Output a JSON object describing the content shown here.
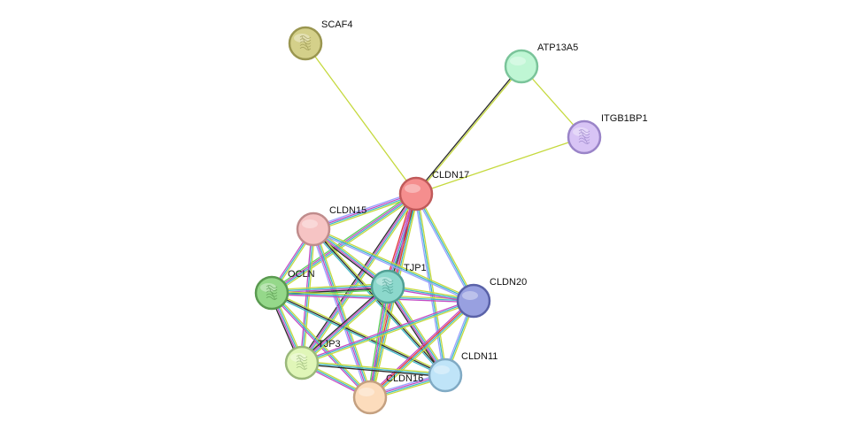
{
  "network": {
    "channel_colors": {
      "textmining": "#c5d93d",
      "coexpression": "#2b2b2b",
      "database": "#3fb8c8",
      "experiments": "#c44bc4",
      "neighborhood": "#5ad15a",
      "fusion": "#e03a3a",
      "cooccurrence": "#4a5ae0",
      "homology": "#9aa0ff"
    },
    "nodes": [
      {
        "id": "SCAF4",
        "label": "SCAF4",
        "fill": "#d4d08a",
        "stroke": "#9a9650",
        "glyph": "protein-structure-icon"
      },
      {
        "id": "ATP13A5",
        "label": "ATP13A5",
        "fill": "#bff6d4",
        "stroke": "#7ac49a",
        "glyph": ""
      },
      {
        "id": "ITGB1BP1",
        "label": "ITGB1BP1",
        "fill": "#d8c4f5",
        "stroke": "#9a84c8",
        "glyph": "protein-structure-icon"
      },
      {
        "id": "CLDN17",
        "label": "CLDN17",
        "fill": "#f58e8e",
        "stroke": "#c05a5a",
        "glyph": ""
      },
      {
        "id": "CLDN15",
        "label": "CLDN15",
        "fill": "#f6c4c4",
        "stroke": "#c08c8c",
        "glyph": ""
      },
      {
        "id": "OCLN",
        "label": "OCLN",
        "fill": "#95d88a",
        "stroke": "#5a9a50",
        "glyph": "protein-structure-icon"
      },
      {
        "id": "TJP1",
        "label": "TJP1",
        "fill": "#8cd8cc",
        "stroke": "#50a094",
        "glyph": "protein-structure-icon"
      },
      {
        "id": "CLDN20",
        "label": "CLDN20",
        "fill": "#98a0e0",
        "stroke": "#5a62a8",
        "glyph": ""
      },
      {
        "id": "TJP3",
        "label": "TJP3",
        "fill": "#e0f6b8",
        "stroke": "#9ab87a",
        "glyph": "protein-structure-icon"
      },
      {
        "id": "CLDN11",
        "label": "CLDN11",
        "fill": "#bfe4f8",
        "stroke": "#80aac4",
        "glyph": ""
      },
      {
        "id": "CLDN16",
        "label": "CLDN16",
        "fill": "#fcdcbc",
        "stroke": "#c4a080",
        "glyph": ""
      }
    ],
    "edges": [
      {
        "source": "SCAF4",
        "target": "CLDN17",
        "channels": [
          "textmining"
        ]
      },
      {
        "source": "ATP13A5",
        "target": "CLDN17",
        "channels": [
          "textmining",
          "coexpression"
        ]
      },
      {
        "source": "ATP13A5",
        "target": "ITGB1BP1",
        "channels": [
          "textmining"
        ]
      },
      {
        "source": "ITGB1BP1",
        "target": "CLDN17",
        "channels": [
          "textmining"
        ]
      },
      {
        "source": "CLDN17",
        "target": "CLDN15",
        "channels": [
          "textmining",
          "database",
          "experiments",
          "homology"
        ]
      },
      {
        "source": "CLDN17",
        "target": "OCLN",
        "channels": [
          "textmining",
          "database",
          "experiments",
          "neighborhood"
        ]
      },
      {
        "source": "CLDN17",
        "target": "TJP1",
        "channels": [
          "textmining",
          "coexpression",
          "database",
          "experiments",
          "fusion"
        ]
      },
      {
        "source": "CLDN17",
        "target": "CLDN20",
        "channels": [
          "textmining",
          "database",
          "homology"
        ]
      },
      {
        "source": "CLDN17",
        "target": "TJP3",
        "channels": [
          "textmining",
          "database",
          "experiments",
          "coexpression"
        ]
      },
      {
        "source": "CLDN17",
        "target": "CLDN11",
        "channels": [
          "textmining",
          "database",
          "homology"
        ]
      },
      {
        "source": "CLDN17",
        "target": "CLDN16",
        "channels": [
          "textmining",
          "database",
          "fusion",
          "experiments"
        ]
      },
      {
        "source": "CLDN15",
        "target": "OCLN",
        "channels": [
          "textmining",
          "database",
          "experiments"
        ]
      },
      {
        "source": "CLDN15",
        "target": "TJP1",
        "channels": [
          "textmining",
          "database",
          "experiments",
          "coexpression"
        ]
      },
      {
        "source": "CLDN15",
        "target": "CLDN20",
        "channels": [
          "textmining",
          "database",
          "homology"
        ]
      },
      {
        "source": "CLDN15",
        "target": "TJP3",
        "channels": [
          "textmining",
          "database",
          "experiments"
        ]
      },
      {
        "source": "CLDN15",
        "target": "CLDN11",
        "channels": [
          "textmining",
          "coexpression",
          "database"
        ]
      },
      {
        "source": "CLDN15",
        "target": "CLDN16",
        "channels": [
          "textmining",
          "database",
          "experiments",
          "homology"
        ]
      },
      {
        "source": "OCLN",
        "target": "TJP1",
        "channels": [
          "textmining",
          "database",
          "experiments",
          "coexpression",
          "neighborhood"
        ]
      },
      {
        "source": "OCLN",
        "target": "CLDN20",
        "channels": [
          "textmining",
          "database",
          "experiments"
        ]
      },
      {
        "source": "OCLN",
        "target": "TJP3",
        "channels": [
          "textmining",
          "database",
          "experiments",
          "coexpression"
        ]
      },
      {
        "source": "OCLN",
        "target": "CLDN11",
        "channels": [
          "textmining",
          "coexpression",
          "database"
        ]
      },
      {
        "source": "OCLN",
        "target": "CLDN16",
        "channels": [
          "textmining",
          "database",
          "experiments"
        ]
      },
      {
        "source": "TJP1",
        "target": "CLDN20",
        "channels": [
          "textmining",
          "database",
          "experiments"
        ]
      },
      {
        "source": "TJP1",
        "target": "TJP3",
        "channels": [
          "textmining",
          "database",
          "experiments",
          "coexpression"
        ]
      },
      {
        "source": "TJP1",
        "target": "CLDN11",
        "channels": [
          "textmining",
          "database",
          "experiments",
          "coexpression"
        ]
      },
      {
        "source": "TJP1",
        "target": "CLDN16",
        "channels": [
          "textmining",
          "database",
          "experiments",
          "neighborhood"
        ]
      },
      {
        "source": "CLDN20",
        "target": "TJP3",
        "channels": [
          "textmining",
          "database",
          "experiments"
        ]
      },
      {
        "source": "CLDN20",
        "target": "CLDN11",
        "channels": [
          "textmining",
          "database",
          "homology"
        ]
      },
      {
        "source": "CLDN20",
        "target": "CLDN16",
        "channels": [
          "textmining",
          "database",
          "fusion",
          "experiments"
        ]
      },
      {
        "source": "TJP3",
        "target": "CLDN11",
        "channels": [
          "textmining",
          "database",
          "coexpression"
        ]
      },
      {
        "source": "TJP3",
        "target": "CLDN16",
        "channels": [
          "textmining",
          "database",
          "experiments"
        ]
      },
      {
        "source": "CLDN11",
        "target": "CLDN16",
        "channels": [
          "textmining",
          "database",
          "experiments",
          "homology"
        ]
      }
    ]
  }
}
